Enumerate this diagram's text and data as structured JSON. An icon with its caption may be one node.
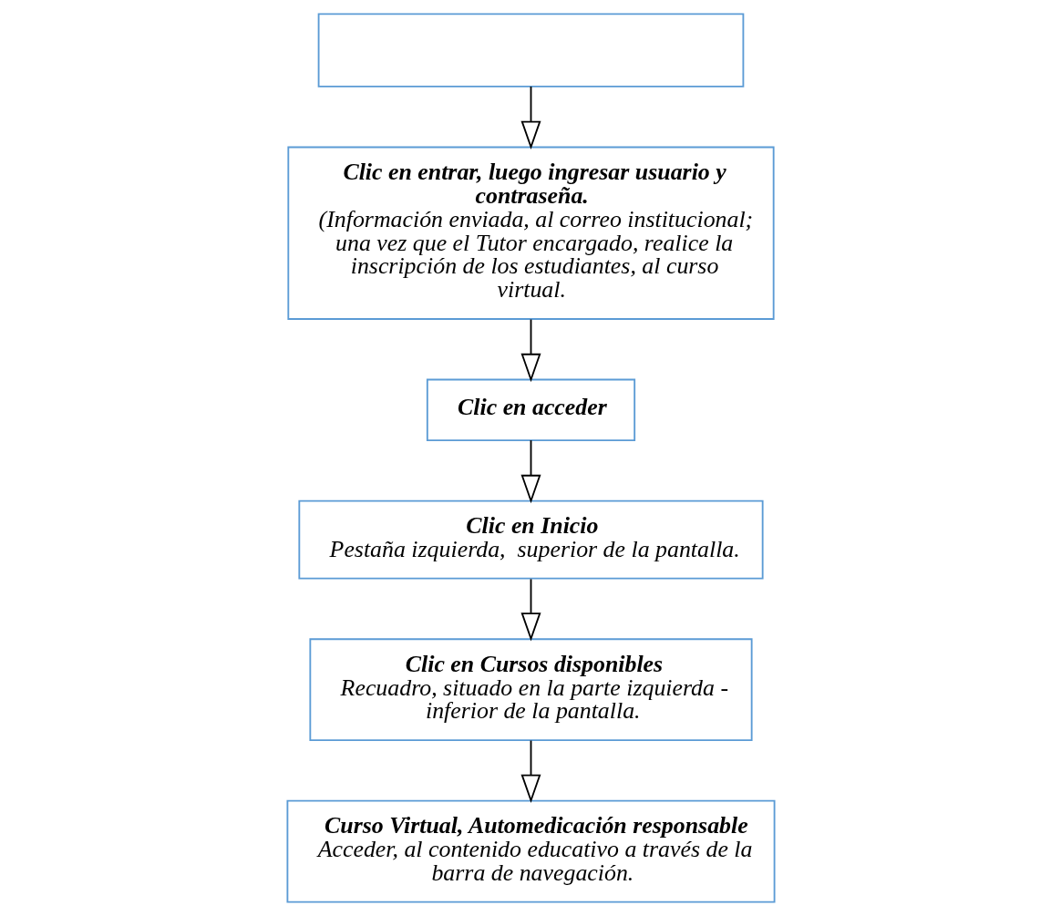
{
  "diagram": {
    "nodes": [
      {
        "text": [],
        "shape": "box"
      },
      {
        "text": [
          "Clic en entrar, luego ingresar usuario y contraseña.",
          "(Información enviada, al correo institucional; una vez que el Tutor encargado, realice la inscripción de los estudiantes, al curso virtual."
        ]
      },
      {
        "text": [
          "Clic en acceder"
        ]
      },
      {
        "text": [
          "Clic en Inicio",
          "Pestaña izquierda,  superior de la pantalla."
        ]
      },
      {
        "text": [
          "Clic en Cursos disponibles",
          "Recuadro, situado en la parte izquierda - inferior de la pantalla."
        ]
      },
      {
        "text": [
          "Curso Virtual, Automedicación responsable",
          "Acceder, al contenido educativo a través de la barra de navegación."
        ]
      }
    ],
    "edges": [
      {
        "from": 0,
        "to": 1,
        "arrow": "to"
      },
      {
        "from": 1,
        "to": 2,
        "arrow": "to"
      },
      {
        "from": 2,
        "to": 3,
        "arrow": "to"
      },
      {
        "from": 3,
        "to": 4,
        "arrow": "to"
      },
      {
        "from": 4,
        "to": 5,
        "arrow": "to"
      }
    ]
  }
}
